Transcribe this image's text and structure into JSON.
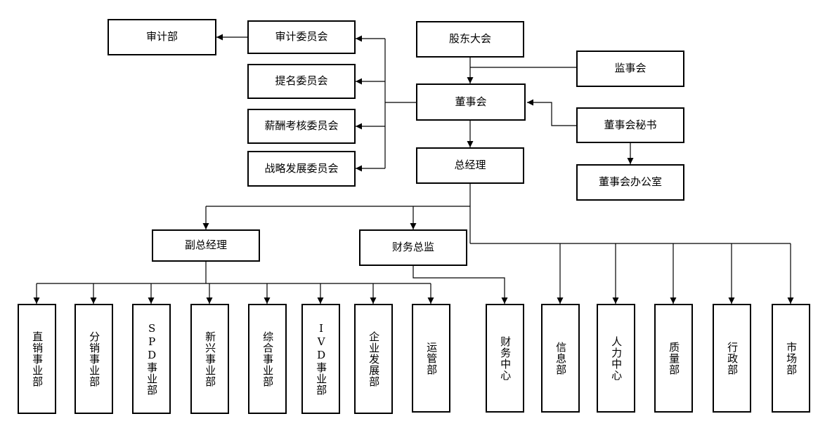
{
  "chart": {
    "nodes": {
      "shareholders_meeting": "股东大会",
      "supervisory_board": "监事会",
      "board": "董事会",
      "board_secretary": "董事会秘书",
      "board_office": "董事会办公室",
      "audit_committee": "审计委员会",
      "audit_dept": "审计部",
      "nomination_committee": "提名委员会",
      "compensation_committee": "薪酬考核委员会",
      "strategy_committee": "战略发展委员会",
      "general_manager": "总经理",
      "deputy_general_manager": "副总经理",
      "cfo": "财务总监",
      "direct_sales": "直销事业部",
      "distribution": "分销事业部",
      "spd": "SPD事业部",
      "emerging": "新兴事业部",
      "comprehensive": "综合事业部",
      "ivd": "IVD事业部",
      "corp_development": "企业发展部",
      "operations": "运管部",
      "finance_center": "财务中心",
      "information": "信息部",
      "hr_center": "人力中心",
      "quality": "质量部",
      "administration": "行政部",
      "marketing": "市场部"
    }
  }
}
